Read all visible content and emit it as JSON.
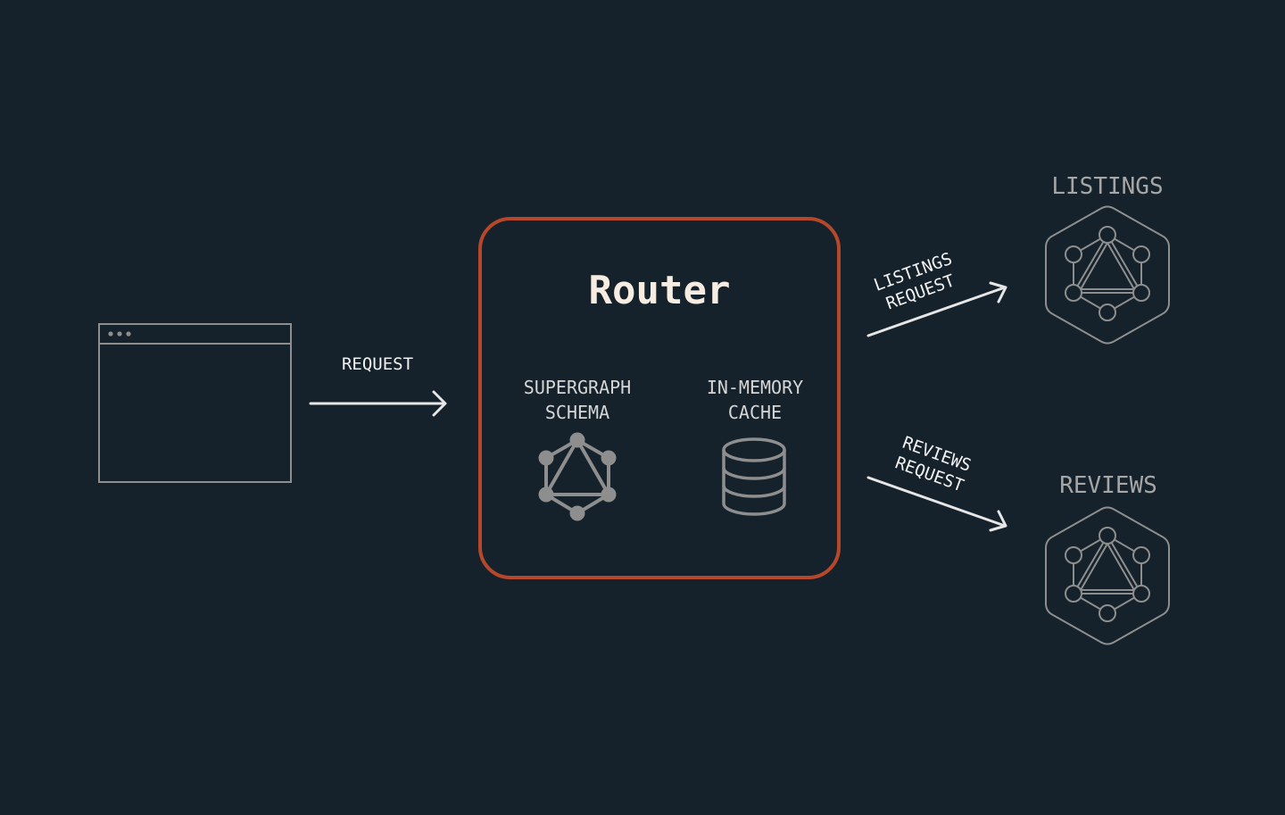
{
  "diagram": {
    "request_label": "REQUEST",
    "router": {
      "title": "Router",
      "supergraph_label_line1": "SUPERGRAPH",
      "supergraph_label_line2": "SCHEMA",
      "cache_label_line1": "IN-MEMORY",
      "cache_label_line2": "CACHE",
      "supergraph_icon": "graphql-icon",
      "cache_icon": "database-icon"
    },
    "listings_request_line1": "LISTINGS",
    "listings_request_line2": "REQUEST",
    "reviews_request_line1": "REVIEWS",
    "reviews_request_line2": "REQUEST",
    "services": [
      {
        "label": "LISTINGS",
        "icon": "graphql-hexagon-icon"
      },
      {
        "label": "REVIEWS",
        "icon": "graphql-hexagon-icon"
      }
    ],
    "client_icon": "browser-window-icon",
    "colors": {
      "background": "#15222b",
      "router_border": "#b5482a",
      "icon_gray": "#8e8e8e",
      "arrow": "#e6e6e6"
    }
  }
}
